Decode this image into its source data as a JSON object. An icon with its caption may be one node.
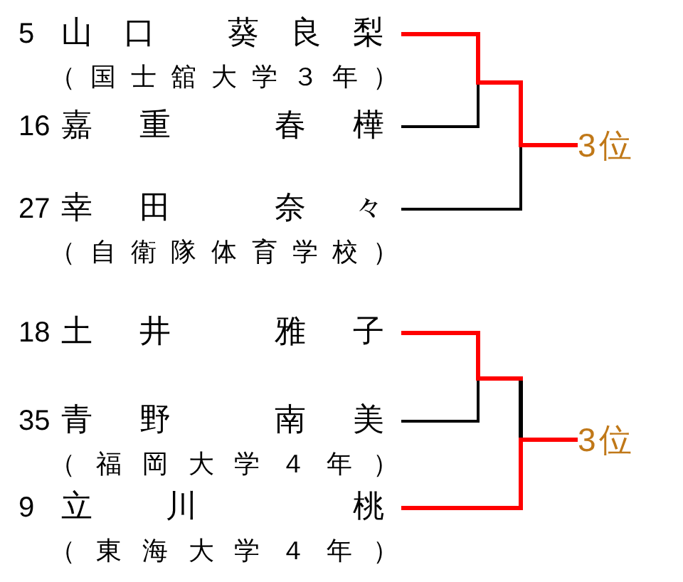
{
  "diagram": {
    "nodes": [
      {
        "text": [
          "5",
          "山口 葵良梨",
          "（国士舘大学３年）"
        ]
      },
      {
        "text": [
          "16",
          "嘉重 春樺"
        ]
      },
      {
        "text": [
          "27",
          "幸田 奈々",
          "（自衛隊体育学校）"
        ]
      },
      {
        "text": [
          "3位"
        ]
      },
      {
        "text": [
          "18",
          "土井 雅子"
        ]
      },
      {
        "text": [
          "35",
          "青野 南美",
          "（福岡大学４年）"
        ]
      },
      {
        "text": [
          "9",
          "立川 桃",
          "（東海大学４年）"
        ]
      },
      {
        "text": [
          "3位"
        ]
      }
    ],
    "edges": [
      {
        "from": 0,
        "to": 3,
        "arrow": "none",
        "color": "#ff0000"
      },
      {
        "from": 1,
        "to": 3,
        "arrow": "none",
        "color": "#000000"
      },
      {
        "from": 2,
        "to": 3,
        "arrow": "none",
        "color": "#000000"
      },
      {
        "from": 4,
        "to": 7,
        "arrow": "none",
        "color": "#ff0000"
      },
      {
        "from": 5,
        "to": 7,
        "arrow": "none",
        "color": "#000000"
      },
      {
        "from": 6,
        "to": 7,
        "arrow": "none",
        "color": "#ff0000"
      }
    ]
  }
}
